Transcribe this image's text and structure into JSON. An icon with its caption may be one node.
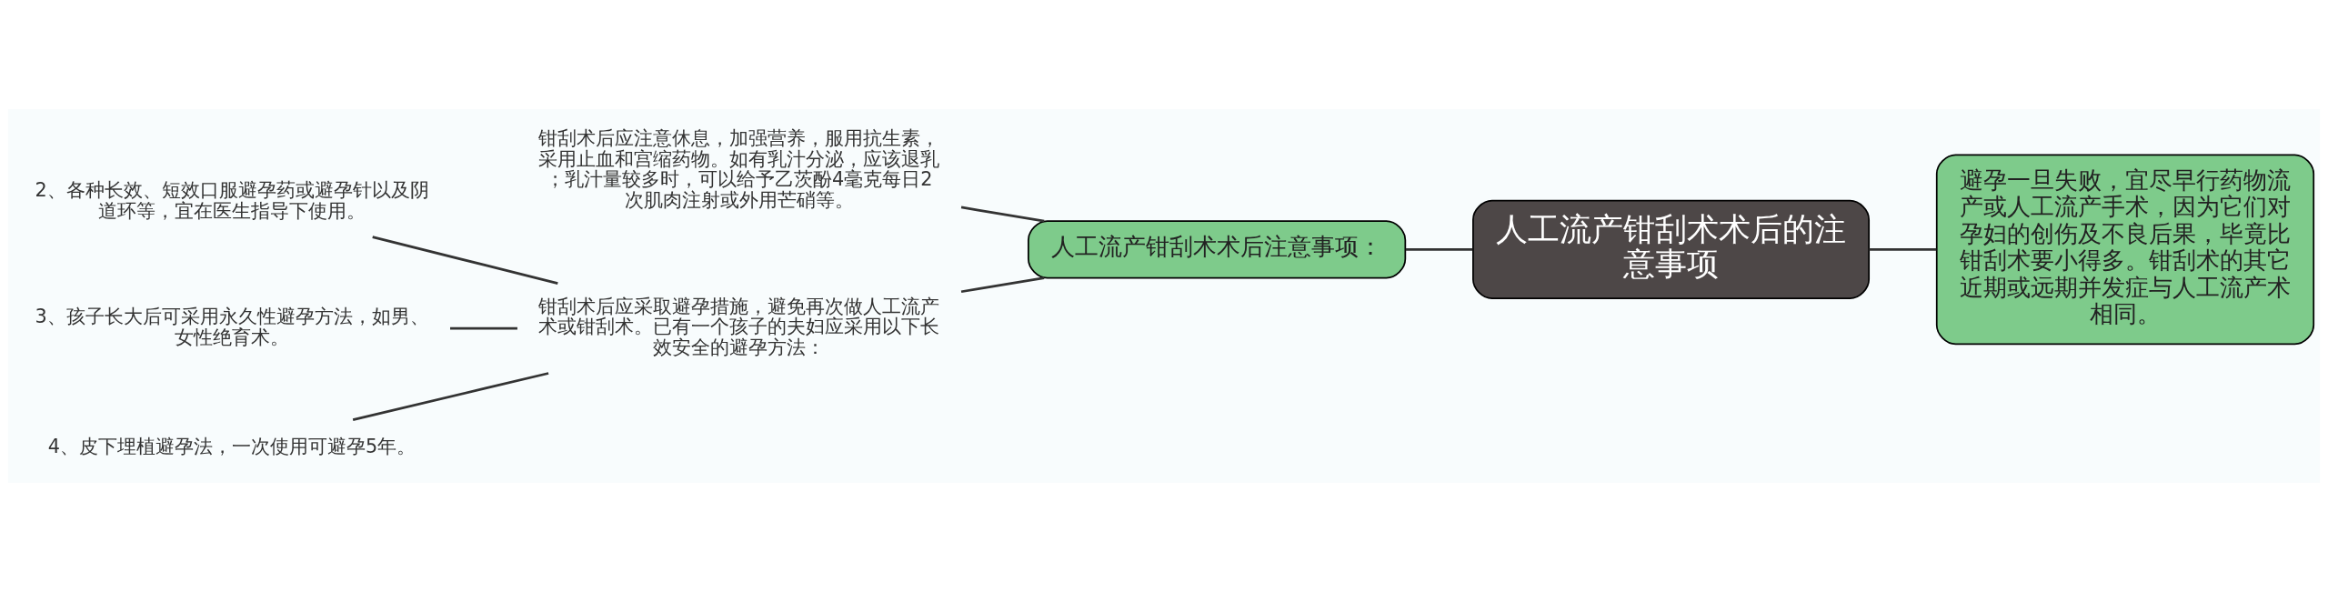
{
  "diagram": {
    "nodes": [
      {
        "text": [
          "人工流产钳刮术术后的注意事项"
        ]
      },
      {
        "text": [
          "避孕一旦失败，宜尽早行药物流产或人工流产手术，因为它们对孕妇的创伤及不良后果，毕竟比钳刮术要小得多。钳刮术的其它近期或远期并发症与人工流产术相同。"
        ]
      },
      {
        "text": [
          "人工流产钳刮术术后注意事项："
        ]
      },
      {
        "text": [
          "钳刮术后应注意休息，加强营养，服用抗生素，采用止血和宫缩药物。如有乳汁分泌，应该退乳；乳汁量较多时，可以给予乙茨酚4毫克每日2次肌肉注射或外用芒硝等。"
        ]
      },
      {
        "text": [
          "钳刮术后应采取避孕措施，避免再次做人工流产术或钳刮术。已有一个孩子的夫妇应采用以下长效安全的避孕方法："
        ]
      },
      {
        "text": [
          "2、各种长效、短效口服避孕药或避孕针以及阴道环等，宜在医生指导下使用。"
        ]
      },
      {
        "text": [
          "3、孩子长大后可采用永久性避孕方法，如男、女性绝育术。"
        ]
      },
      {
        "text": [
          "4、皮下埋植避孕法，一次使用可避孕5年。"
        ]
      }
    ],
    "edges": [
      {
        "from": 0,
        "to": 1,
        "arrow": "none"
      },
      {
        "from": 0,
        "to": 2,
        "arrow": "none"
      },
      {
        "from": 2,
        "to": 3,
        "arrow": "none"
      },
      {
        "from": 2,
        "to": 4,
        "arrow": "none"
      },
      {
        "from": 4,
        "to": 5,
        "arrow": "none"
      },
      {
        "from": 4,
        "to": 6,
        "arrow": "none"
      },
      {
        "from": 4,
        "to": 7,
        "arrow": "none"
      }
    ]
  }
}
